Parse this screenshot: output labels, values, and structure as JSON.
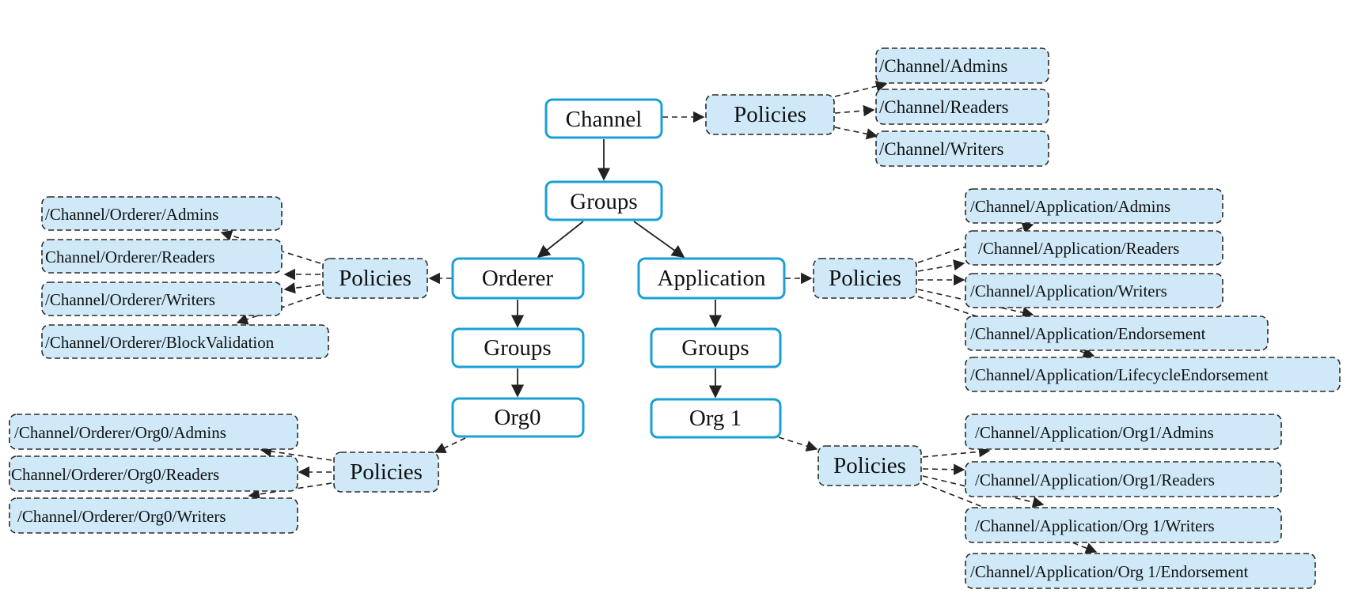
{
  "nodes": {
    "channel": "Channel",
    "channel_groups": "Groups",
    "channel_policies": "Policies",
    "orderer": "Orderer",
    "orderer_groups": "Groups",
    "orderer_policies": "Policies",
    "org0": "Org0",
    "org0_policies": "Policies",
    "application": "Application",
    "application_groups": "Groups",
    "application_policies": "Policies",
    "org1": "Org 1",
    "org1_policies": "Policies"
  },
  "channel_policy_items": [
    "/Channel/Admins",
    "/Channel/Readers",
    "/Channel/Writers"
  ],
  "orderer_policy_items": [
    "/Channel/Orderer/Admins",
    "Channel/Orderer/Readers",
    "/Channel/Orderer/Writers",
    "/Channel/Orderer/BlockValidation"
  ],
  "org0_policy_items": [
    "/Channel/Orderer/Org0/Admins",
    "Channel/Orderer/Org0/Readers",
    "/Channel/Orderer/Org0/Writers"
  ],
  "application_policy_items": [
    "/Channel/Application/Admins",
    "/Channel/Application/Readers",
    "/Channel/Application/Writers",
    "/Channel/Application/Endorsement",
    "/Channel/Application/LifecycleEndorsement"
  ],
  "org1_policy_items": [
    "/Channel/Application/Org1/Admins",
    "/Channel/Application/Org1/Readers",
    "/Channel/Application/Org 1/Writers",
    "/Channel/Application/Org 1/Endorsement"
  ],
  "colors": {
    "group_border": "#1a9fd6",
    "policy_fill": "#cfe9f8",
    "edge": "#222222"
  }
}
